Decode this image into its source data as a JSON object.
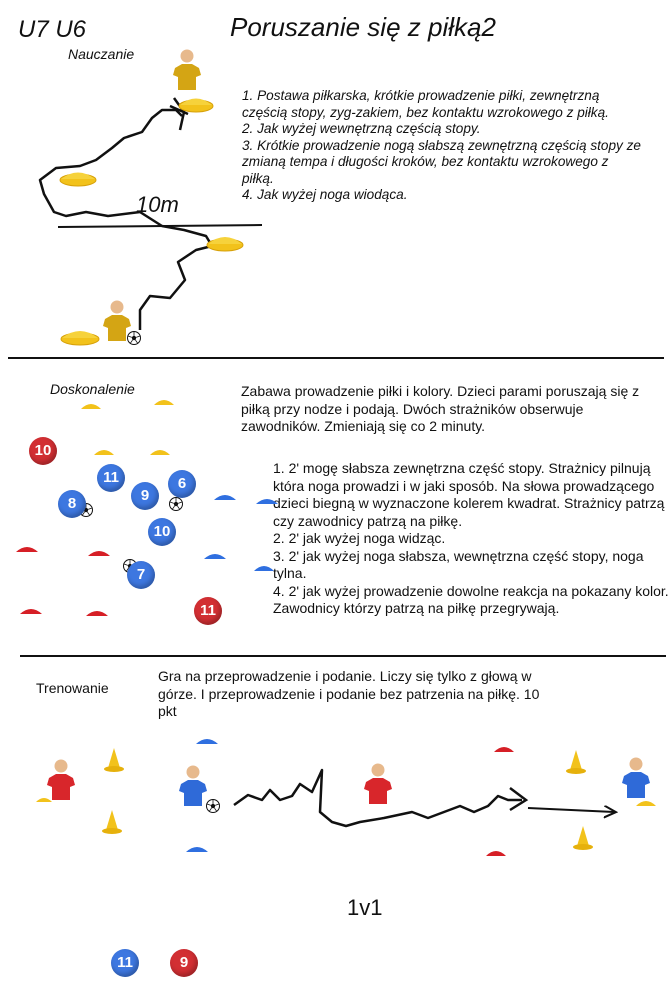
{
  "header": {
    "age_group": "U7 U6",
    "title": "Poruszanie się z piłką2"
  },
  "section_teaching": {
    "label": "Nauczanie",
    "distance": "10m",
    "instructions": [
      "1. Postawa piłkarska, krótkie prowadzenie piłki, zewnętrzną częścią stopy, zyg-zakiem, bez kontaktu wzrokowego z piłką.",
      "2. Jak wyżej wewnętrzną częścią stopy.",
      "3. Krótkie prowadzenie nogą słabszą zewnętrzną częścią stopy ze zmianą tempa i długości kroków, bez kontaktu wzrokowego z piłką.",
      "4. Jak wyżej noga wiodąca."
    ]
  },
  "section_improvement": {
    "label": "Doskonalenie",
    "intro": "Zabawa prowadzenie piłki i kolory. Dzieci parami poruszają się z piłką przy nodze i podają. Dwóch strażników obserwuje zawodników. Zmieniają się co 2 minuty.",
    "rules": [
      "1. 2' mogę słabsza zewnętrzna część stopy. Strażnicy pilnują która noga prowadzi i w jaki sposób. Na słowa prowadzącego dzieci biegną w wyznaczone kolerem kwadrat. Strażnicy patrzą czy zawodnicy patrzą na piłkę.",
      "2. 2' jak wyżej noga widząc.",
      "3. 2' jak wyżej noga słabsza, wewnętrzna część stopy, noga tylna.",
      "4. 2' jak wyżej prowadzenie dowolne reakcja na pokazany kolor. Zawodnicy którzy patrzą na piłkę przegrywają."
    ],
    "players": {
      "red": [
        "10",
        "11"
      ],
      "blue": [
        "11",
        "9",
        "6",
        "8",
        "10",
        "7"
      ]
    }
  },
  "section_training": {
    "label": "Trenowanie",
    "description": "Gra  na przeprowadzenie i podanie. Liczy się tylko z głową w górze. I przeprowadzenie i podanie bez patrzenia na piłkę. 10 pkt",
    "format": "1v1",
    "players": {
      "blue": "11",
      "red": "9"
    }
  },
  "colors": {
    "yellow_cone": "#f2c21b",
    "red_cone": "#d61f26",
    "blue_cone": "#2f6fe0",
    "yellow_shirt": "#d4a514",
    "red_shirt": "#d8262b",
    "blue_shirt": "#2f6ad8",
    "skin": "#e7b98c"
  }
}
